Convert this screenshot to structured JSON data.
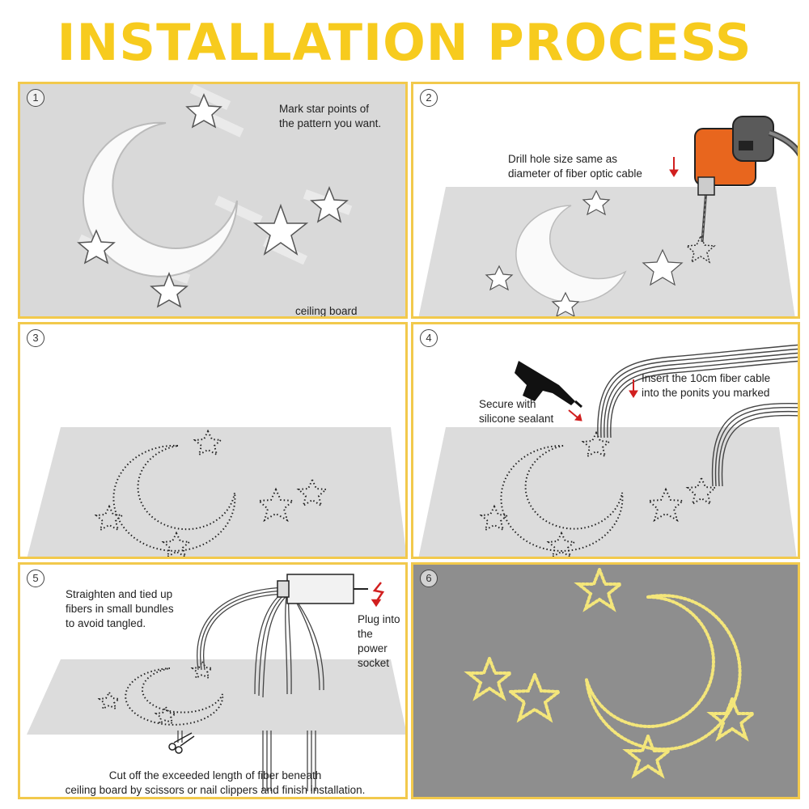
{
  "title": "INSTALLATION PROCESS",
  "steps": [
    {
      "number": "1",
      "labels": {
        "mark": "Mark star points of\nthe pattern you want.",
        "board": "ceiling board"
      }
    },
    {
      "number": "2",
      "labels": {
        "drill": "Drill hole size same as\ndiameter of fiber optic cable"
      }
    },
    {
      "number": "3",
      "labels": {}
    },
    {
      "number": "4",
      "labels": {
        "secure": "Secure with\nsilicone sealant",
        "insert": "Insert the 10cm fiber cable\ninto  the ponits you marked"
      }
    },
    {
      "number": "5",
      "labels": {
        "straighten": "Straighten and tied up\nfibers in small bundles\nto avoid tangled.",
        "plug": "Plug into\nthe power\nsocket",
        "cut": "Cut off the exceeded length of fiber beneath\nceiling board by scissors or nail clippers and finish installation."
      }
    },
    {
      "number": "6",
      "labels": {}
    }
  ],
  "colors": {
    "title": "#f7cb1e",
    "border": "#f2c94c",
    "board": "#dcdcdc",
    "arrow": "#d11f1f",
    "night": "#8e8e8e",
    "glow": "#f4e67a"
  },
  "icons": [
    "drill-icon",
    "glue-gun-icon",
    "light-source-icon",
    "lightning-icon",
    "scissors-icon"
  ]
}
